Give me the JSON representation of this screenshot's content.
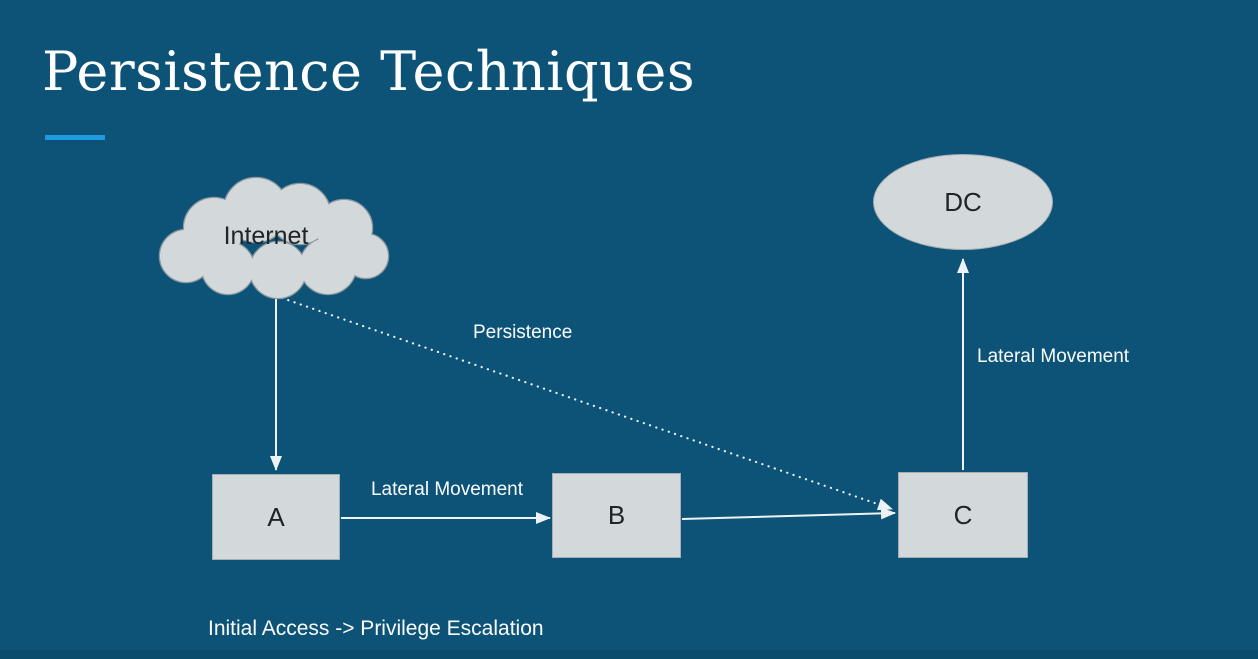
{
  "slide": {
    "title": "Persistence Techniques",
    "caption": "Initial Access -> Privilege Escalation"
  },
  "diagram": {
    "nodes": {
      "internet": {
        "label": "Internet",
        "shape": "cloud"
      },
      "a": {
        "label": "A",
        "shape": "rectangle"
      },
      "b": {
        "label": "B",
        "shape": "rectangle"
      },
      "c": {
        "label": "C",
        "shape": "rectangle"
      },
      "dc": {
        "label": "DC",
        "shape": "ellipse"
      }
    },
    "edges": [
      {
        "from": "internet",
        "to": "a",
        "style": "solid-arrow",
        "label": ""
      },
      {
        "from": "a",
        "to": "b",
        "style": "solid-arrow",
        "label": "Lateral Movement"
      },
      {
        "from": "b",
        "to": "c",
        "style": "solid-arrow",
        "label": ""
      },
      {
        "from": "c",
        "to": "dc",
        "style": "solid-arrow",
        "label": "Lateral Movement"
      },
      {
        "from": "internet",
        "to": "c",
        "style": "dotted-arrow",
        "label": "Persistence"
      }
    ]
  },
  "colors": {
    "background": "#0D5377",
    "accent_underline": "#1E9BE0",
    "shape_fill": "#D3D8DB",
    "shape_border": "#A6AEB4",
    "arrow": "#EDF2F5",
    "title_text": "#FFFFFF",
    "label_text": "#FAFCFD",
    "shape_text": "#1F2426",
    "footer_bar": "#0A4C6C"
  }
}
